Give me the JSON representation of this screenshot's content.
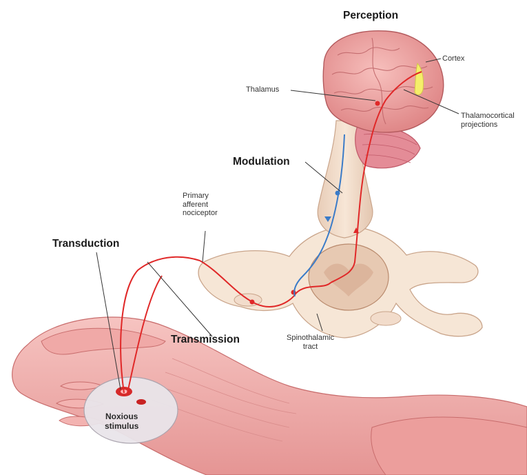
{
  "labels": {
    "perception": "Perception",
    "cortex": "Cortex",
    "thalamus": "Thalamus",
    "thalamocortical": "Thalamocortical\nprojections",
    "modulation": "Modulation",
    "primary_afferent": "Primary\nafferent\nnociceptor",
    "transduction": "Transduction",
    "transmission": "Transmission",
    "spinothalamic": "Spinothalamic\ntract",
    "noxious": "Noxious\nstimulus"
  },
  "colors": {
    "ascending_pathway": "#e02828",
    "descending_pathway": "#3a7bc8",
    "brain": "#f2a6a4",
    "cortex_highlight": "#f5ee6a",
    "tissue": "#f2b5b3",
    "spine": "#f2dccb"
  }
}
